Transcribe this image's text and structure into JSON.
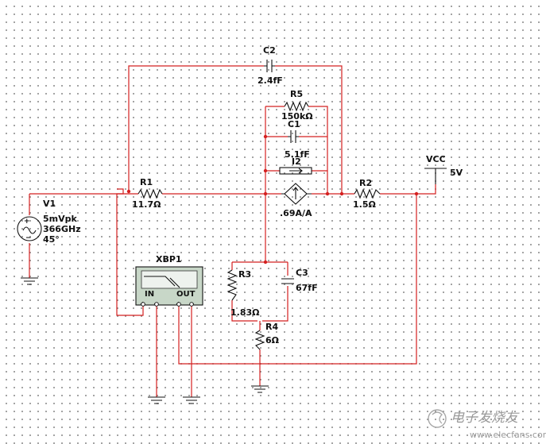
{
  "components": {
    "c2": {
      "name": "C2",
      "value": "2.4fF"
    },
    "r5": {
      "name": "R5",
      "value": "150kΩ"
    },
    "c1": {
      "name": "C1",
      "value": "5.1fF"
    },
    "i2": {
      "name": "I2",
      "value": ".69A/A"
    },
    "r1": {
      "name": "R1",
      "value": "11.7Ω"
    },
    "r2": {
      "name": "R2",
      "value": "1.5Ω"
    },
    "vcc": {
      "name": "VCC",
      "value": "5V"
    },
    "v1": {
      "name": "V1",
      "amplitude": "5mVpk",
      "frequency": "366GHz",
      "phase": "45°"
    },
    "xbp1": {
      "name": "XBP1",
      "in_label": "IN",
      "out_label": "OUT"
    },
    "r3": {
      "name": "R3",
      "value": "1.83Ω"
    },
    "c3": {
      "name": "C3",
      "value": "67fF"
    },
    "r4": {
      "name": "R4",
      "value": "6Ω"
    }
  },
  "watermark": {
    "text": "电子发烧友",
    "url": "www.elecfans.com"
  },
  "colors": {
    "wire": "#d42020",
    "component": "#111111",
    "grid_dot": "#8a8a8a",
    "background": "#ffffff"
  }
}
